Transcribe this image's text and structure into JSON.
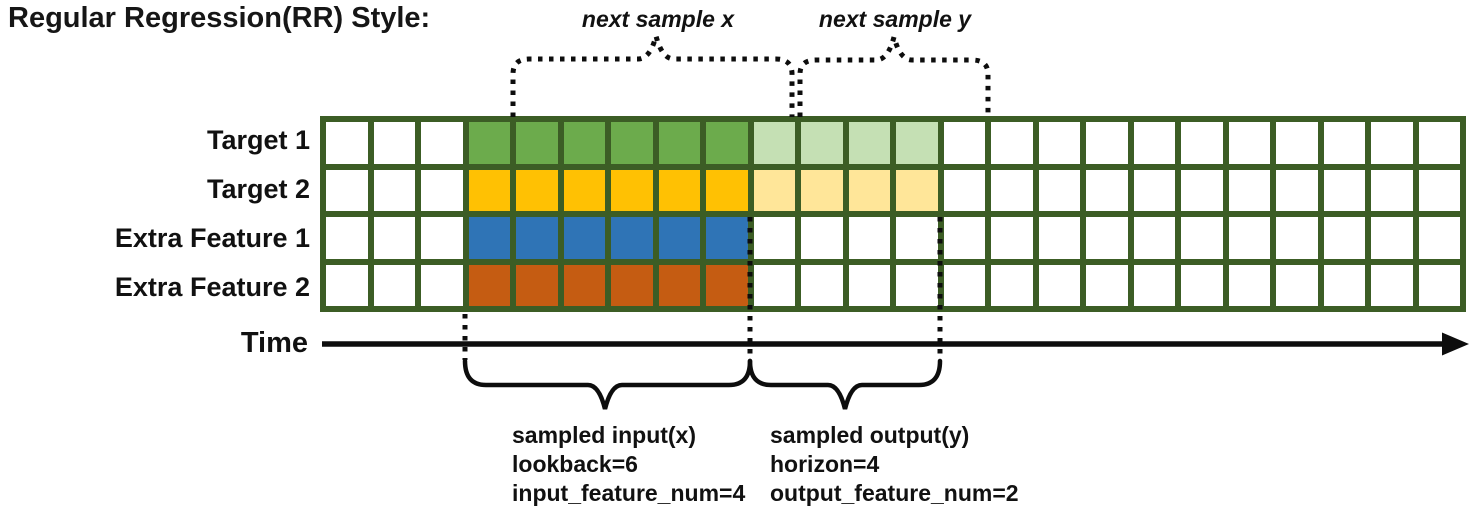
{
  "title": "Regular Regression(RR) Style:",
  "annotations": {
    "next_sample_x": "next sample x",
    "next_sample_y": "next sample y"
  },
  "time_axis": {
    "label": "Time"
  },
  "colors": {
    "grid_line": "#3C5D25",
    "white": "#FFFFFF",
    "input_green": "#6CAB4C",
    "output_green": "#C5E0B4",
    "input_gold": "#FFC103",
    "output_gold": "#FFE699",
    "input_blue": "#2F74B6",
    "input_orange": "#C55C12"
  },
  "grid": {
    "columns": 24,
    "rows": [
      {
        "label": "Target 1",
        "cells": [
          {
            "color": "white",
            "count": 3
          },
          {
            "color": "input_green",
            "count": 6
          },
          {
            "color": "output_green",
            "count": 4
          },
          {
            "color": "white",
            "count": 11
          }
        ]
      },
      {
        "label": "Target 2",
        "cells": [
          {
            "color": "white",
            "count": 3
          },
          {
            "color": "input_gold",
            "count": 6
          },
          {
            "color": "output_gold",
            "count": 4
          },
          {
            "color": "white",
            "count": 11
          }
        ]
      },
      {
        "label": "Extra Feature 1",
        "cells": [
          {
            "color": "white",
            "count": 3
          },
          {
            "color": "input_blue",
            "count": 6
          },
          {
            "color": "white",
            "count": 15
          }
        ]
      },
      {
        "label": "Extra Feature 2",
        "cells": [
          {
            "color": "white",
            "count": 3
          },
          {
            "color": "input_orange",
            "count": 6
          },
          {
            "color": "white",
            "count": 15
          }
        ]
      }
    ]
  },
  "sampled_input": {
    "lines": [
      "sampled input(x)",
      "lookback=6",
      "input_feature_num=4"
    ]
  },
  "sampled_output": {
    "lines": [
      "sampled output(y)",
      "horizon=4",
      "output_feature_num=2"
    ]
  }
}
